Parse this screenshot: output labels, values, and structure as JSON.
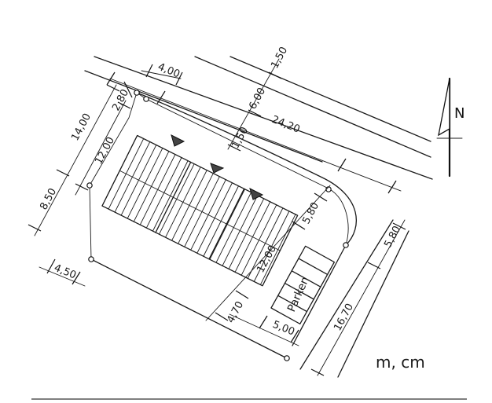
{
  "dimensions": {
    "d_4_00": "4,00",
    "d_1_50_top": "1,50",
    "d_14_00": "14,00",
    "d_2_80": "2,80",
    "d_6_00": "6,00",
    "d_24_20": "24,20",
    "d_12_00_left": "12,00",
    "d_1_50_mid": "1,50",
    "d_8_50": "8,50",
    "d_5_80_a": "5,80",
    "d_5_80_b": "5,80",
    "d_12_00_right": "12,00",
    "d_4_50": "4,50",
    "d_4_70": "4,70",
    "d_5_00": "5,00",
    "d_16_70": "16,70"
  },
  "labels": {
    "parking": "Parken",
    "units": "m, cm",
    "north": "N"
  }
}
